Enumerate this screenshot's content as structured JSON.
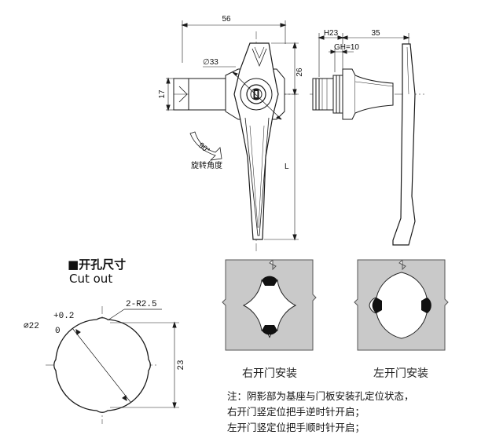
{
  "dimensions": {
    "width_56": "56",
    "dia_33": "∅33",
    "h26": "26",
    "h17": "17",
    "length_L": "L",
    "angle_90": "90°",
    "h23": "H23",
    "w35": "35",
    "gh10": "GH=10",
    "r25": "2-R2.5",
    "dia22": "∅22",
    "tol_plus": "+0.2",
    "tol_zero": "0",
    "cut23": "23"
  },
  "labels": {
    "rotation": "旋转角度",
    "cutout_cn": "■开孔尺寸",
    "cutout_en": "Cut out",
    "right_install": "右开门安装",
    "left_install": "左开门安装"
  },
  "notes": [
    "注：阴影部为基座与门板安装孔定位状态，",
    "右开门竖定位把手逆时针开启；",
    "左开门竖定位把手顺时针开启；"
  ],
  "colors": {
    "panel_fill": "#c9c9c9",
    "line": "#1a1a1a",
    "shade": "#111111"
  }
}
